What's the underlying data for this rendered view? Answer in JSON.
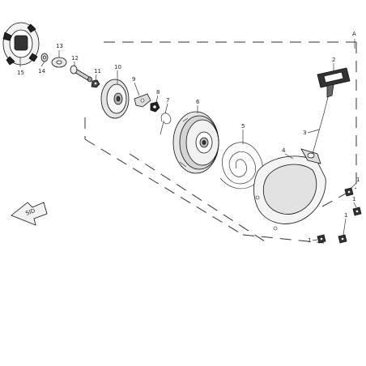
{
  "view_marker": "A",
  "arrow_text": "SID",
  "callouts": [
    {
      "id": "p1a",
      "number": "1"
    },
    {
      "id": "p1b",
      "number": "1"
    },
    {
      "id": "p1c",
      "number": "1"
    },
    {
      "id": "p1d",
      "number": "1"
    },
    {
      "id": "p2",
      "number": "2"
    },
    {
      "id": "p3",
      "number": "3"
    },
    {
      "id": "p4",
      "number": "4"
    },
    {
      "id": "p5",
      "number": "5"
    },
    {
      "id": "p6",
      "number": "6"
    },
    {
      "id": "p7",
      "number": "7"
    },
    {
      "id": "p8",
      "number": "8"
    },
    {
      "id": "p9",
      "number": "9"
    },
    {
      "id": "p10",
      "number": "10"
    },
    {
      "id": "p11",
      "number": "11"
    },
    {
      "id": "p12",
      "number": "12"
    },
    {
      "id": "p13",
      "number": "13"
    },
    {
      "id": "p14",
      "number": "14"
    },
    {
      "id": "p15",
      "number": "15"
    }
  ],
  "colors": {
    "ink": "#111111",
    "paper": "#ffffff",
    "gray": "#bbbbbb"
  }
}
